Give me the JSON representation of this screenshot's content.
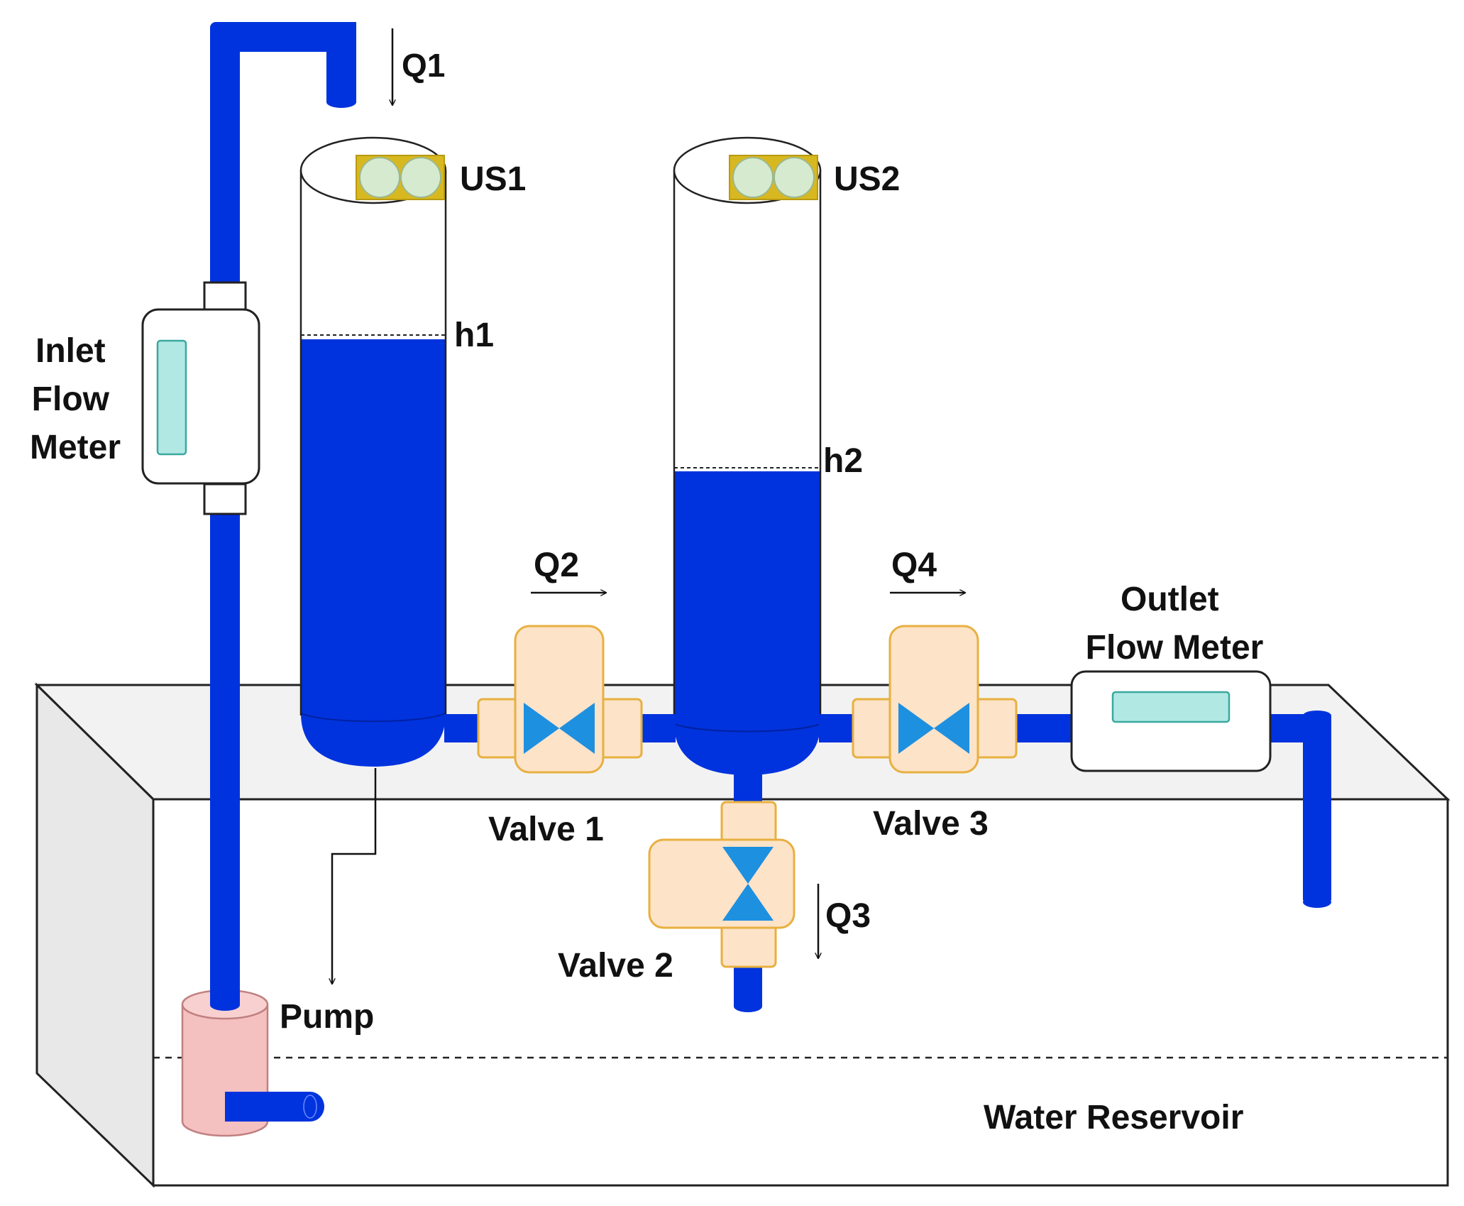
{
  "labels": {
    "q1": "Q1",
    "q2": "Q2",
    "q3": "Q3",
    "q4": "Q4",
    "us1": "US1",
    "us2": "US2",
    "h1": "h1",
    "h2": "h2",
    "inlet_flow_meter": [
      "Inlet",
      "Flow",
      "Meter"
    ],
    "outlet_flow_meter": [
      "Outlet",
      "Flow Meter"
    ],
    "valve1": "Valve 1",
    "valve2": "Valve 2",
    "valve3": "Valve 3",
    "pump": "Pump",
    "reservoir": "Water Reservoir"
  },
  "colors": {
    "water": "#0033dd",
    "valve_body": "#fde3c8",
    "valve_outline": "#e8b040",
    "valve_symbol": "#1e90e0",
    "sensor_body": "#d8b820",
    "sensor_eye": "#d6ead0",
    "meter_window": "#b2e8e4",
    "meter_window_border": "#3aa89e",
    "pump": "#f5c0c0",
    "reservoir_top": "#f2f2f2",
    "reservoir_side": "#e8e8e8",
    "outline": "#222222"
  }
}
